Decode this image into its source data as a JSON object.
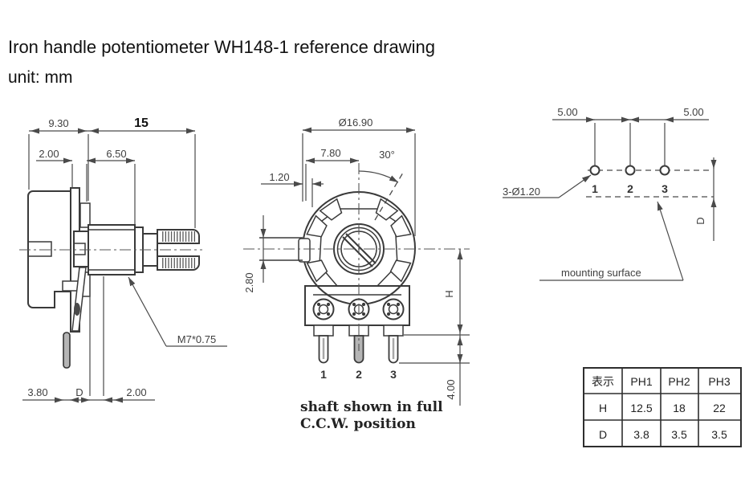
{
  "title": {
    "line1": "Iron handle potentiometer WH148-1 reference drawing",
    "line2": "unit: mm"
  },
  "side_view": {
    "dim_depth": "9.30",
    "dim_shaft_len": "15",
    "dim_plate": "2.00",
    "dim_bushing": "6.50",
    "thread_label": "M7*0.75",
    "dim_bottom_a": "3.80",
    "dim_bottom_b": "D",
    "dim_bottom_c": "2.00"
  },
  "front_view": {
    "dim_diameter": "Ø16.90",
    "dim_top": "7.80",
    "dim_angle": "30°",
    "dim_key": "1.20",
    "dim_tab": "2.80",
    "dim_height": "H",
    "dim_pin_len": "4.00",
    "pin_labels": [
      "1",
      "2",
      "3"
    ],
    "caption_line1": "shaft shown in full",
    "caption_line2": "C.C.W. position"
  },
  "pin_view": {
    "dim_pitch_left": "5.00",
    "dim_pitch_right": "5.00",
    "hole_label": "3-Ø1.20",
    "dim_d": "D",
    "pin_labels": [
      "1",
      "2",
      "3"
    ],
    "mounting_label": "mounting surface"
  },
  "spec_table": {
    "headers": [
      "表示",
      "PH1",
      "PH2",
      "PH3"
    ],
    "rows": [
      {
        "label": "H",
        "values": [
          "12.5",
          "18",
          "22"
        ]
      },
      {
        "label": "D",
        "values": [
          "3.8",
          "3.5",
          "3.5"
        ]
      }
    ]
  },
  "colors": {
    "line": "#3a3a3a",
    "dim": "#4a4a4a",
    "background": "#ffffff"
  }
}
